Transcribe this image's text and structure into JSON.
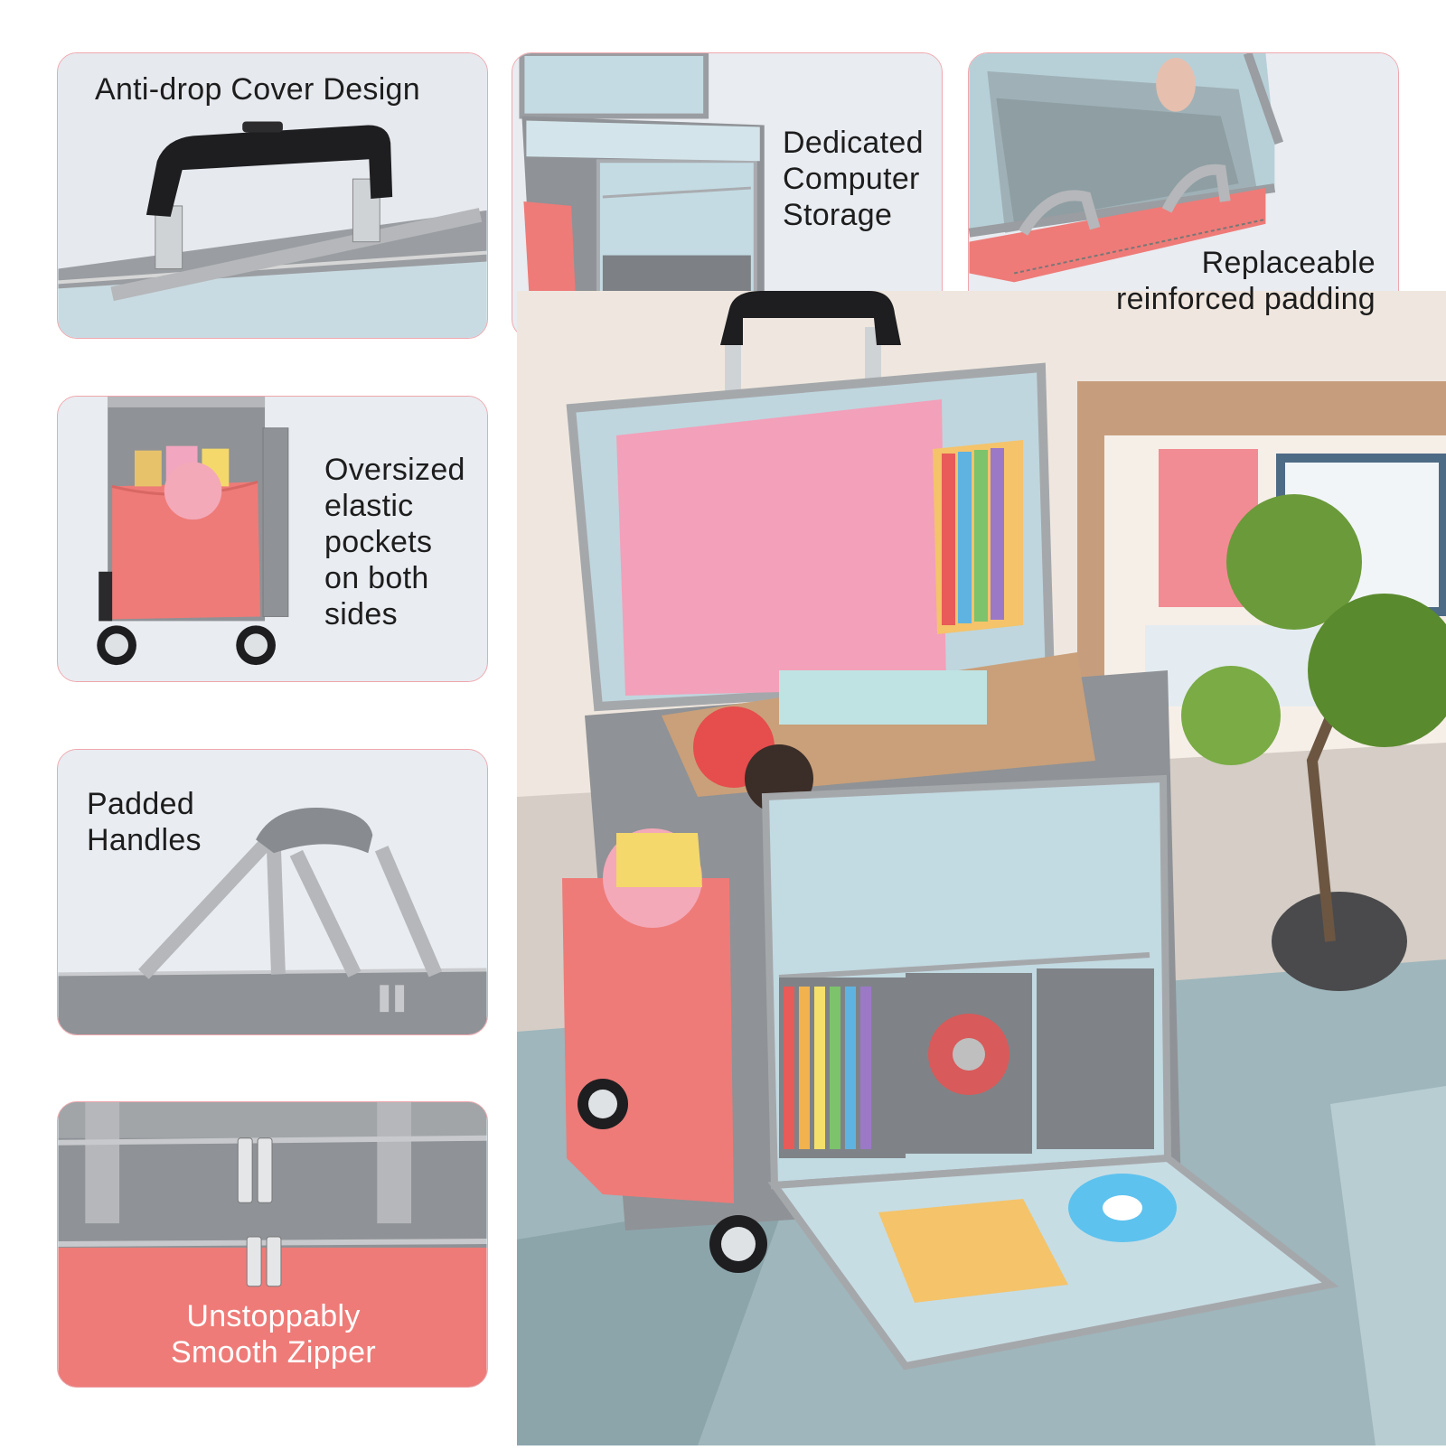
{
  "features": {
    "anti_drop": {
      "title": "Anti-drop Cover Design"
    },
    "computer": {
      "lines": [
        "Dedicated",
        "Computer",
        "Storage"
      ]
    },
    "padding": {
      "lines": [
        "Replaceable",
        "reinforced padding"
      ]
    },
    "pockets": {
      "lines": [
        "Oversized",
        "elastic",
        "pockets",
        "on both",
        "sides"
      ]
    },
    "handles": {
      "lines": [
        "Padded",
        "Handles"
      ]
    },
    "zipper": {
      "lines": [
        "Unstoppably",
        "Smooth Zipper"
      ]
    }
  },
  "colors": {
    "panel_border": "#f0a7ad",
    "bag_gray": "#8f9296",
    "bag_coral": "#ee7b78",
    "lining_blue": "#c7dde4",
    "mat_pink": "#f3a0ba"
  }
}
